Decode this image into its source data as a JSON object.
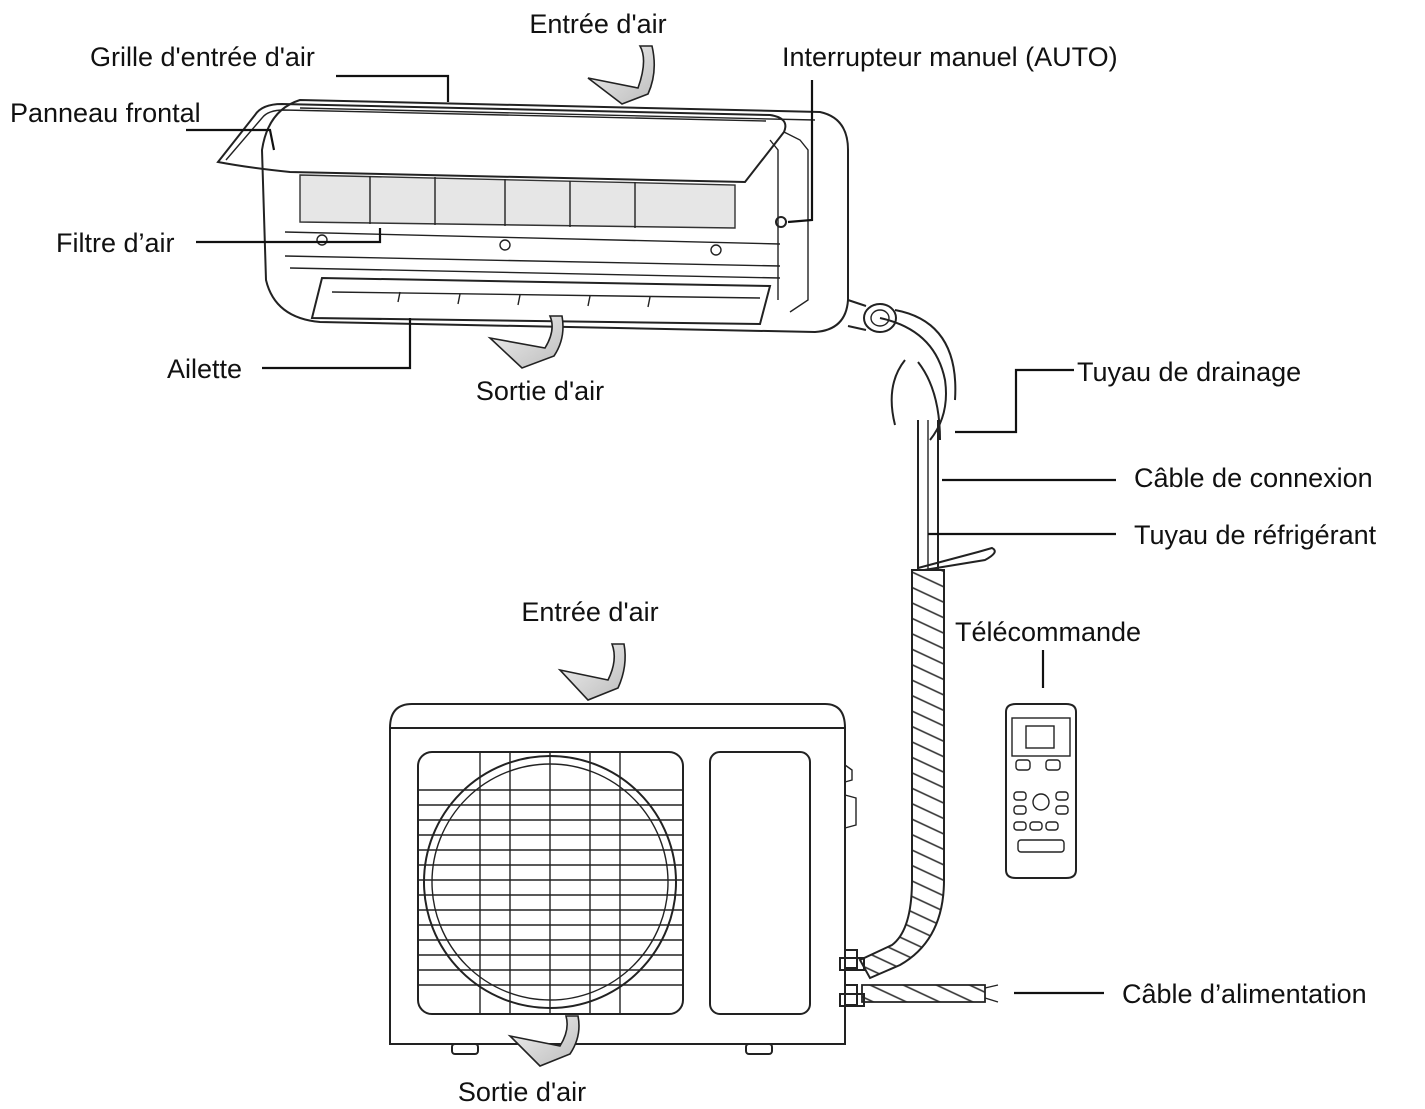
{
  "labels": {
    "indoor_air_inlet": "Entrée d'air",
    "intake_grille": "Grille d'entrée d'air",
    "front_panel": "Panneau frontal",
    "manual_switch": "Interrupteur manuel (AUTO)",
    "air_filter": "Filtre d’air",
    "louver": "Ailette",
    "indoor_air_outlet": "Sortie d'air",
    "drain_hose": "Tuyau de drainage",
    "connection_cable": "Câble de connexion",
    "refrigerant_pipe": "Tuyau de réfrigérant",
    "remote_control": "Télécommande",
    "outdoor_air_inlet": "Entrée d'air",
    "power_cable": "Câble d’alimentation",
    "outdoor_air_outlet": "Sortie d'air"
  },
  "colors": {
    "line": "#111111",
    "filter_fill": "#e6e6e6",
    "arrow_fill": "#d9d9d9"
  }
}
